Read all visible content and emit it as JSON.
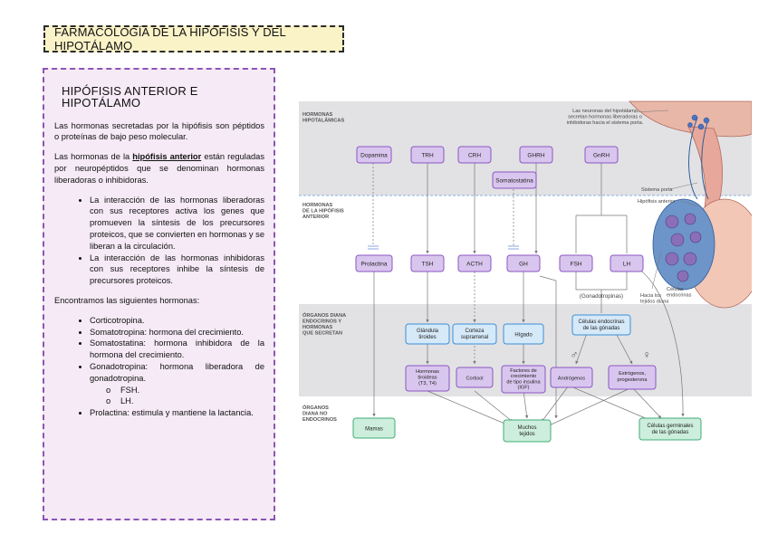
{
  "title": "FARMACOLOGÍA DE LA HIPÓFISIS Y DEL HIPOTÁLAMO",
  "panel": {
    "heading": "HIPÓFISIS ANTERIOR E HIPOTÁLAMO",
    "p1": "Las hormonas secretadas por la hipófisis son péptidos o proteínas de bajo peso molecular.",
    "p2_prefix": "Las hormonas de la ",
    "p2_link": "hipófisis anterior",
    "p2_suffix": " están reguladas por neuropéptidos que se denominan hormonas liberadoras o inhibidoras.",
    "bullets1": [
      "La interacción de las hormonas liberadoras con sus receptores activa los genes que promueven la síntesis de los precursores proteicos, que se convierten en hormonas y se liberan a la circulación.",
      "La interacción de las hormonas inhibidoras con sus receptores inhibe la síntesis de precursores proteicos."
    ],
    "intro2": "Encontramos las siguientes hormonas:",
    "list2": {
      "corticotropina": "Corticotropina.",
      "somatotropina": "Somatotropina: hormona del crecimiento.",
      "somatostatina": "Somatostatina: hormona inhibidora de la hormona del crecimiento.",
      "gonadotropina": "Gonadotropina: hormona liberadora de gonadotropina.",
      "fsh": "FSH.",
      "lh": "LH.",
      "prolactina": "Prolactina: estimula y mantiene la lactancia."
    }
  },
  "diagram": {
    "bands": {
      "hipotalamicas": [
        "HORMONAS",
        "HIPOTALÁMICAS"
      ],
      "hipofisis": [
        "HORMONAS",
        "DE LA HIPÓFISIS",
        "ANTERIOR"
      ],
      "diana": [
        "ÓRGANOS DIANA",
        "ENDOCRINOS Y",
        "HORMONAS",
        "QUE SECRETAN"
      ],
      "no_endocrinos": [
        "ÓRGANOS",
        "DIANA NO",
        "ENDOCRINOS"
      ]
    },
    "hypothalamic": {
      "dopamina": "Dopamina",
      "trh": "TRH",
      "crh": "CRH",
      "ghrh": "GHRH",
      "somatostatina": "Somatostatina",
      "gnrh": "GnRH"
    },
    "pituitary": {
      "prolactina": "Prolactina",
      "tsh": "TSH",
      "acth": "ACTH",
      "gh": "GH",
      "fsh": "FSH",
      "lh": "LH",
      "gonadotropinas": "(Gonadotropinas)"
    },
    "organs": {
      "tiroides": [
        "Glándula",
        "tiroides"
      ],
      "suprarrenal": [
        "Corteza",
        "suprarrenal"
      ],
      "higado": "Hígado",
      "gonadas": [
        "Células endocrinas",
        "de las gónadas"
      ]
    },
    "secreted": {
      "tiroideas": [
        "Hormonas",
        "tiroideas",
        "(T3, T4)"
      ],
      "cortisol": "Cortisol",
      "igf": [
        "Factores de",
        "crecimiento",
        "de tipo insulina",
        "(IGF)"
      ],
      "androgenos": "Andrógenos",
      "estrogenos": [
        "Estrógenos,",
        "progesterona"
      ]
    },
    "nonendocrine": {
      "mamas": "Mamas",
      "tejidos": [
        "Muchos",
        "tejidos"
      ],
      "germinales": [
        "Células germinales",
        "de las gónadas"
      ]
    },
    "annotations": {
      "neuronas": [
        "Las neuronas del hipotálamo",
        "secretan hormonas liberadoras o",
        "inhibidoras hacia el sistema porta."
      ],
      "sistema_porta": "Sistema porta",
      "hipofisis_anterior": "Hipófisis anterior",
      "celulas_endocrinas": [
        "Células",
        "endocrinas"
      ],
      "hacia_tejidos": [
        "Hacia los",
        "tejidos diana"
      ],
      "male_symbol": "♂",
      "female_symbol": "♀"
    },
    "colors": {
      "purple_fill": "#d9c6ee",
      "purple_stroke": "#8a57c2",
      "blue_fill": "#d6e9f8",
      "blue_stroke": "#3a8fd8",
      "green_fill": "#cdeedd",
      "green_stroke": "#3fae78",
      "band_gray": "#e2e2e4"
    }
  }
}
